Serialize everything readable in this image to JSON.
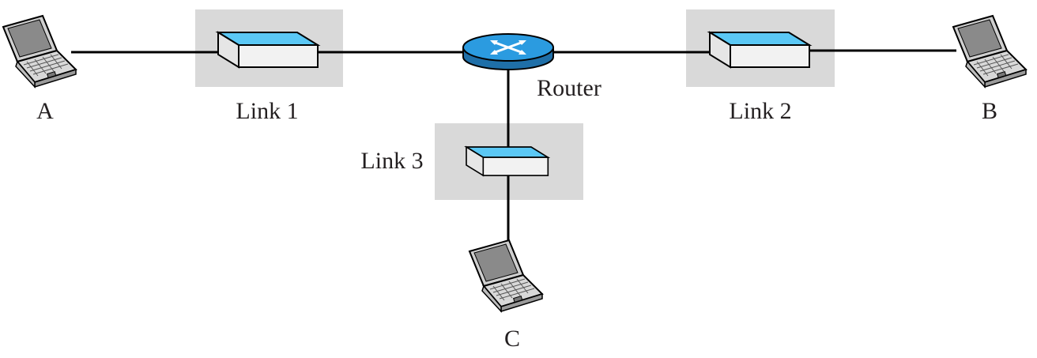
{
  "diagram": {
    "links": [
      {
        "id": "link-1",
        "label": "Link 1"
      },
      {
        "id": "link-2",
        "label": "Link 2"
      },
      {
        "id": "link-3",
        "label": "Link 3"
      }
    ],
    "router": {
      "label": "Router"
    },
    "hosts": [
      {
        "id": "host-a",
        "label": "A"
      },
      {
        "id": "host-b",
        "label": "B"
      },
      {
        "id": "host-c",
        "label": "C"
      }
    ],
    "colors": {
      "link_shading": "#d9d9d9",
      "device_top": "#5bc8f5",
      "router_top": "#2b8fd4",
      "line": "#000000"
    }
  }
}
